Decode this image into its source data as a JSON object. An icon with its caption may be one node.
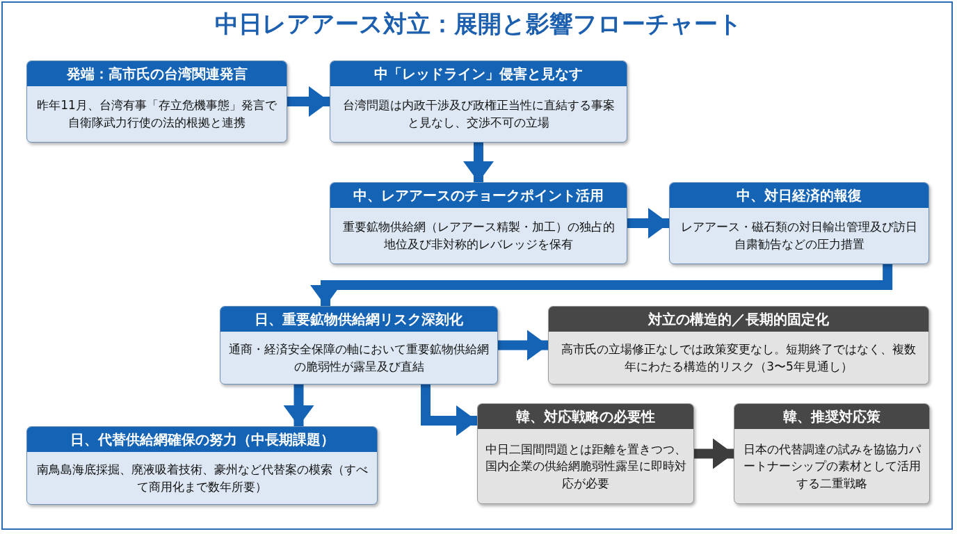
{
  "diagram": {
    "title": "中日レアアース対立：展開と影響フローチャート",
    "nodes": [
      {
        "text": [
          "発端：高市氏の台湾関連発言",
          "昨年11月、台湾有事「存立危機事態」発言で自衛隊武力行使の法的根拠と連携"
        ]
      },
      {
        "text": [
          "中「レッドライン」侵害と見なす",
          "台湾問題は内政干渉及び政権正当性に直結する事案と見なし、交渉不可の立場"
        ]
      },
      {
        "text": [
          "中、レアアースのチョークポイント活用",
          "重要鉱物供給網（レアアース精製・加工）の独占的地位及び非対称的レバレッジを保有"
        ]
      },
      {
        "text": [
          "中、対日経済的報復",
          "レアアース・磁石類の対日輸出管理及び訪日自粛勧告などの圧力措置"
        ]
      },
      {
        "text": [
          "日、重要鉱物供給網リスク深刻化",
          "通商・経済安全保障の軸において重要鉱物供給網の脆弱性が露呈及び直結"
        ]
      },
      {
        "text": [
          "対立の構造的／長期的固定化",
          "高市氏の立場修正なしでは政策変更なし。短期終了ではなく、複数年にわたる構造的リスク（3〜5年見通し）"
        ]
      },
      {
        "text": [
          "日、代替供給網確保の努力（中長期課題）",
          "南鳥島海底採掘、廃液吸着技術、豪州など代替案の模索（すべて商用化まで数年所要）"
        ]
      },
      {
        "text": [
          "韓、対応戦略の必要性",
          "中日二国間問題とは距離を置きつつ、国内企業の供給網脆弱性露呈に即時対応が必要"
        ]
      },
      {
        "text": [
          "韓、推奨対応策",
          "日本の代替調達の試みを協協力パートナーシップの素材として活用する二重戦略"
        ]
      }
    ],
    "edges": [
      {
        "from": 0,
        "to": 1,
        "arrow": "to"
      },
      {
        "from": 1,
        "to": 2,
        "arrow": "to"
      },
      {
        "from": 2,
        "to": 3,
        "arrow": "to"
      },
      {
        "from": 3,
        "to": 4,
        "arrow": "to"
      },
      {
        "from": 4,
        "to": 5,
        "arrow": "to"
      },
      {
        "from": 4,
        "to": 6,
        "arrow": "to"
      },
      {
        "from": 4,
        "to": 7,
        "arrow": "to"
      },
      {
        "from": 7,
        "to": 8,
        "arrow": "to",
        "color": "#3d3d3d"
      }
    ]
  }
}
